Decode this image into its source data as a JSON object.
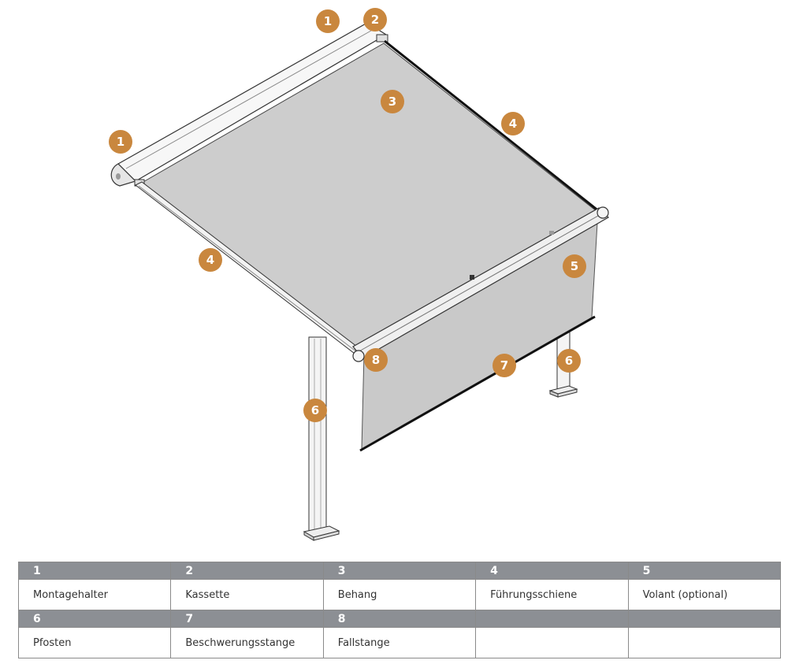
{
  "callouts": [
    {
      "num": "1"
    },
    {
      "num": "2"
    },
    {
      "num": "3"
    },
    {
      "num": "4"
    },
    {
      "num": "1"
    },
    {
      "num": "4"
    },
    {
      "num": "5"
    },
    {
      "num": "6"
    },
    {
      "num": "8"
    },
    {
      "num": "7"
    },
    {
      "num": "6"
    }
  ],
  "legend": {
    "row1": [
      {
        "num": "1",
        "label": "Montagehalter"
      },
      {
        "num": "2",
        "label": "Kassette"
      },
      {
        "num": "3",
        "label": "Behang"
      },
      {
        "num": "4",
        "label": "Führungsschiene"
      },
      {
        "num": "5",
        "label": "Volant (optional)"
      }
    ],
    "row2": [
      {
        "num": "6",
        "label": "Pfosten"
      },
      {
        "num": "7",
        "label": "Beschwerungsstange"
      },
      {
        "num": "8",
        "label": "Fallstange"
      },
      {
        "num": "",
        "label": ""
      },
      {
        "num": "",
        "label": ""
      }
    ]
  },
  "colors": {
    "badge": "#c9873e",
    "fabric": "#cfcfcf",
    "frame": "#f2f2f2",
    "outline": "#3a3a3a",
    "header_bg": "#8c8f94"
  }
}
